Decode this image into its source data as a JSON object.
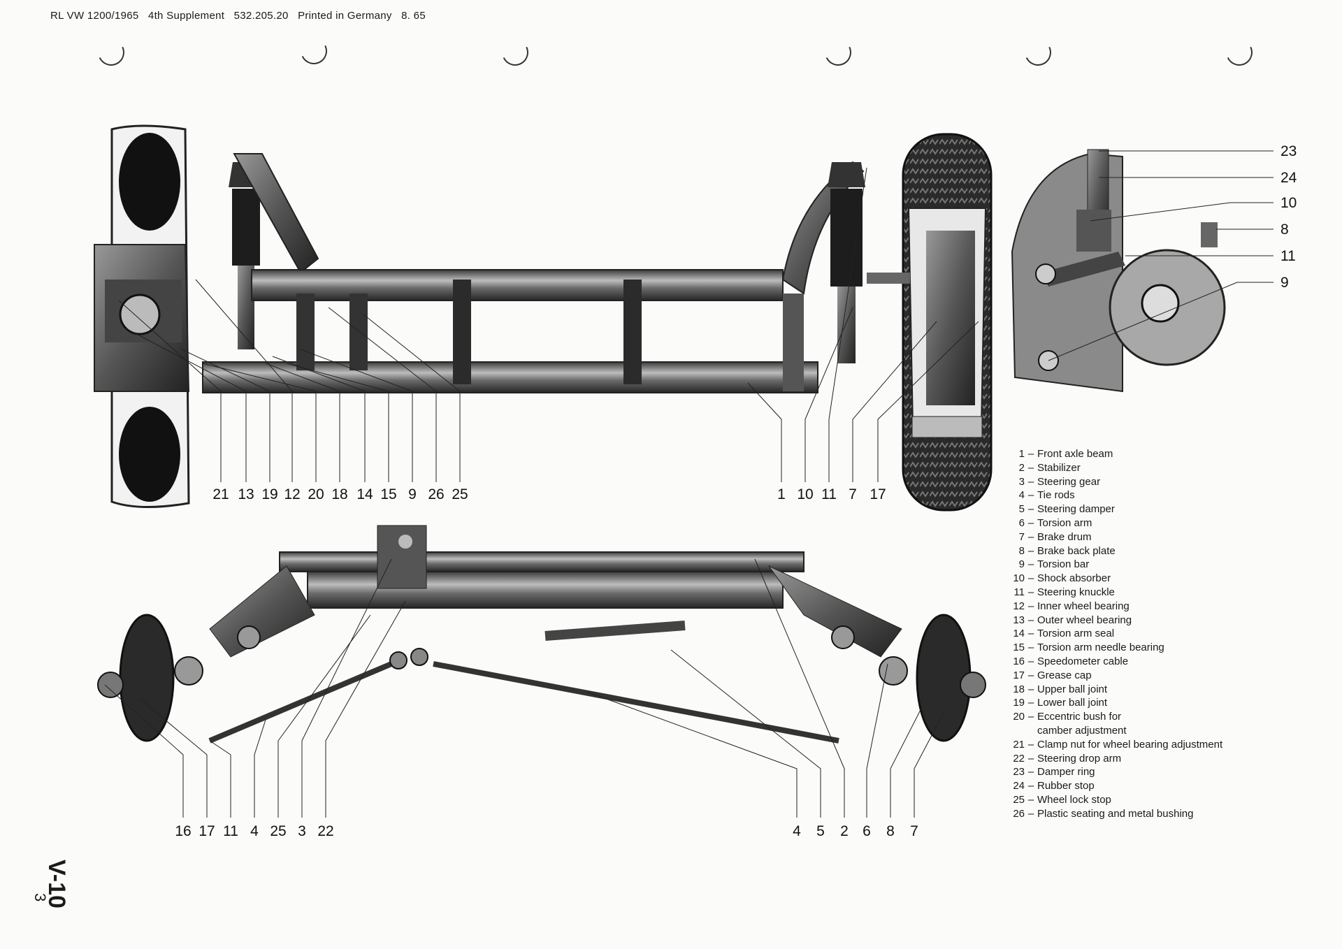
{
  "header": "RL VW 1200/1965   4th Supplement   532.205.20   Printed in Germany   8. 65",
  "callouts_top_left": [
    "21",
    "13",
    "19",
    "12",
    "20",
    "18",
    "14",
    "15",
    "9",
    "26",
    "25"
  ],
  "callouts_top_right": [
    "1",
    "10",
    "11",
    "7",
    "17"
  ],
  "callouts_bottom_left": [
    "16",
    "17",
    "11",
    "4",
    "25",
    "3",
    "22"
  ],
  "callouts_bottom_right": [
    "4",
    "5",
    "2",
    "6",
    "8",
    "7"
  ],
  "callouts_side": [
    "23",
    "24",
    "10",
    "8",
    "11",
    "9"
  ],
  "legend": [
    {
      "num": "1",
      "label": "Front axle beam"
    },
    {
      "num": "2",
      "label": "Stabilizer"
    },
    {
      "num": "3",
      "label": "Steering gear"
    },
    {
      "num": "4",
      "label": "Tie rods"
    },
    {
      "num": "5",
      "label": "Steering damper"
    },
    {
      "num": "6",
      "label": "Torsion arm"
    },
    {
      "num": "7",
      "label": "Brake drum"
    },
    {
      "num": "8",
      "label": "Brake back plate"
    },
    {
      "num": "9",
      "label": "Torsion bar"
    },
    {
      "num": "10",
      "label": "Shock absorber"
    },
    {
      "num": "11",
      "label": "Steering knuckle"
    },
    {
      "num": "12",
      "label": "Inner wheel bearing"
    },
    {
      "num": "13",
      "label": "Outer wheel bearing"
    },
    {
      "num": "14",
      "label": "Torsion arm seal"
    },
    {
      "num": "15",
      "label": "Torsion arm needle bearing"
    },
    {
      "num": "16",
      "label": "Speedometer cable"
    },
    {
      "num": "17",
      "label": "Grease cap"
    },
    {
      "num": "18",
      "label": "Upper ball joint"
    },
    {
      "num": "19",
      "label": "Lower ball joint"
    },
    {
      "num": "20",
      "label": "Eccentric bush for"
    },
    {
      "num": "",
      "label": "camber adjustment"
    },
    {
      "num": "21",
      "label": "Clamp nut for wheel bearing adjustment"
    },
    {
      "num": "22",
      "label": "Steering drop arm"
    },
    {
      "num": "23",
      "label": "Damper ring"
    },
    {
      "num": "24",
      "label": "Rubber stop"
    },
    {
      "num": "25",
      "label": "Wheel lock stop"
    },
    {
      "num": "26",
      "label": "Plastic seating and metal bushing"
    }
  ],
  "page_code": "V-10",
  "page_sub": "3"
}
